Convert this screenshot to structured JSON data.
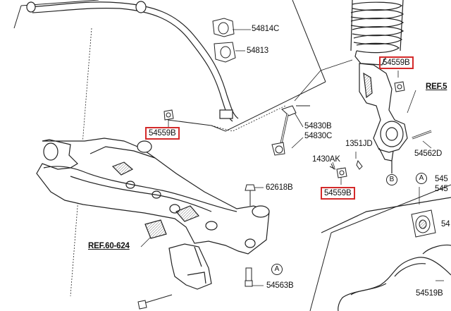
{
  "labels": {
    "p54814c": "54814C",
    "p54813": "54813",
    "p54559b_a": "54559B",
    "p54559b_b": "54559B",
    "p54559b_c": "54559B",
    "p54830b": "54830B",
    "p54830c": "54830C",
    "p1351jd": "1351JD",
    "p1430ak": "1430AK",
    "p62618b": "62618B",
    "p54563b": "54563B",
    "p54562d": "54562D",
    "p54519b": "54519B",
    "p545_edge1": "545",
    "p545_edge2": "545",
    "p54_edge": "54",
    "ref_left": "REF.60-624",
    "ref_right": "REF.5"
  },
  "markers": {
    "a_bottom": "A",
    "b_knuckle": "B",
    "a_right": "A"
  },
  "colors": {
    "highlight": "#d42a2a",
    "line": "#222222",
    "part_fill": "#ffffff",
    "shade": "#dddddd"
  }
}
